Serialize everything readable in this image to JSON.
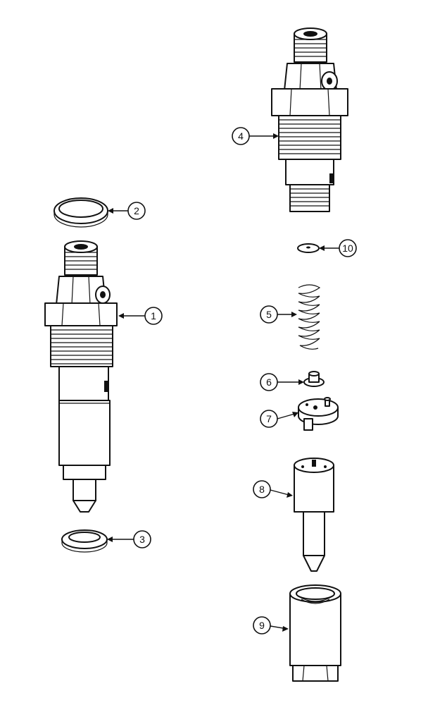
{
  "callouts": [
    {
      "id": "1",
      "label": "1"
    },
    {
      "id": "2",
      "label": "2"
    },
    {
      "id": "3",
      "label": "3"
    },
    {
      "id": "4",
      "label": "4"
    },
    {
      "id": "5",
      "label": "5"
    },
    {
      "id": "6",
      "label": "6"
    },
    {
      "id": "7",
      "label": "7"
    },
    {
      "id": "8",
      "label": "8"
    },
    {
      "id": "9",
      "label": "9"
    },
    {
      "id": "10",
      "label": "10"
    }
  ],
  "parts": [
    {
      "callout": "1",
      "icon": "injector-body-icon"
    },
    {
      "callout": "2",
      "icon": "sealing-ring-icon"
    },
    {
      "callout": "3",
      "icon": "washer-icon"
    },
    {
      "callout": "4",
      "icon": "injector-holder-icon"
    },
    {
      "callout": "5",
      "icon": "spring-icon"
    },
    {
      "callout": "6",
      "icon": "spring-seat-icon"
    },
    {
      "callout": "7",
      "icon": "intermediate-plate-icon"
    },
    {
      "callout": "8",
      "icon": "nozzle-icon"
    },
    {
      "callout": "9",
      "icon": "nozzle-nut-icon"
    },
    {
      "callout": "10",
      "icon": "shim-icon"
    }
  ],
  "colors": {
    "ink": "#111111",
    "paper": "#ffffff"
  }
}
